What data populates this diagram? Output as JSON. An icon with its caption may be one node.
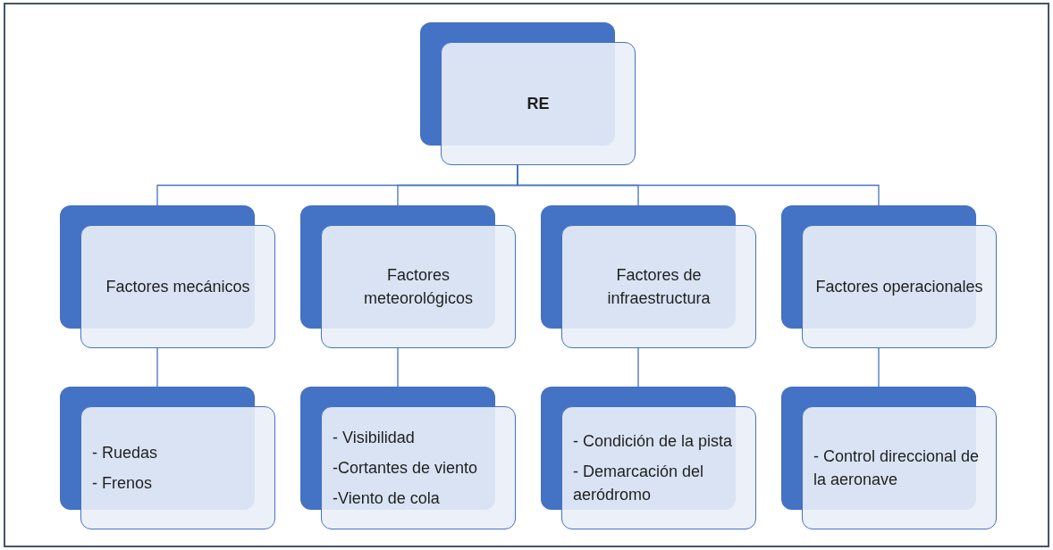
{
  "diagram": {
    "nodes": [
      {
        "text": [
          "RE"
        ]
      },
      {
        "text": [
          "Factores mecánicos"
        ]
      },
      {
        "text": [
          "Factores meteorológicos"
        ]
      },
      {
        "text": [
          "Factores de infraestructura"
        ]
      },
      {
        "text": [
          "Factores operacionales"
        ]
      },
      {
        "text": [
          "- Ruedas",
          "- Frenos"
        ]
      },
      {
        "text": [
          "- Visibilidad",
          "-Cortantes de viento",
          "-Viento de cola"
        ]
      },
      {
        "text": [
          "- Condición de la pista",
          "- Demarcación del aeródromo"
        ]
      },
      {
        "text": [
          "- Control direccional de la aeronave"
        ]
      }
    ],
    "edges": [
      {
        "from": 0,
        "to": 1,
        "arrow": "none"
      },
      {
        "from": 0,
        "to": 2,
        "arrow": "none"
      },
      {
        "from": 0,
        "to": 3,
        "arrow": "none"
      },
      {
        "from": 0,
        "to": 4,
        "arrow": "none"
      },
      {
        "from": 1,
        "to": 5,
        "arrow": "none"
      },
      {
        "from": 2,
        "to": 6,
        "arrow": "none"
      },
      {
        "from": 3,
        "to": 7,
        "arrow": "none"
      },
      {
        "from": 4,
        "to": 8,
        "arrow": "none"
      }
    ]
  }
}
